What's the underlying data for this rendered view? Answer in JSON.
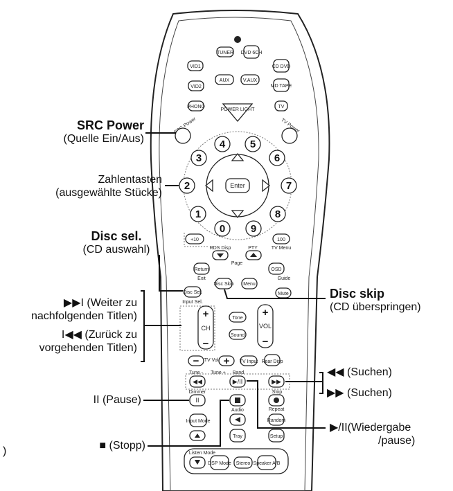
{
  "remote": {
    "top_buttons": [
      "TUNER",
      "DVD 6CH",
      "CD DVD",
      "VID1",
      "VID2",
      "MD TAPE",
      "PHONO",
      "TV",
      "AUX",
      "V.AUX"
    ],
    "power_label": "POWER LIGHT",
    "src_power_label": "SRC Power",
    "tv_power_label": "TV Power",
    "numbers": [
      "4",
      "5",
      "3",
      "6",
      "2",
      "7",
      "1",
      "8",
      "0",
      "9"
    ],
    "enter_label": "Enter",
    "plus10": "+10",
    "num100": "100",
    "tv_menu": "TV Menu",
    "sub_labels": [
      "RDS Disp",
      "PTY",
      "Page",
      "Return",
      "Exit",
      "OSD",
      "Guide",
      "Disc Sel.",
      "Disc Skip",
      "Menu",
      "Mute",
      "Input Sel.",
      "Tone",
      "Sound"
    ],
    "ch_label": "CH",
    "vol_label": "VOL",
    "lower_labels": [
      "TV Vol",
      "TV Input",
      "Rear Disp",
      "Tune -",
      "Tune +",
      "Band",
      "Stop",
      "Dimmer",
      "Repeat",
      "Random",
      "Setup",
      "Input Mode",
      "Audio",
      "Tray",
      "Listen Mode",
      "DSP Mode",
      "Stereo",
      "Speaker A/B"
    ]
  },
  "callouts": {
    "src_power_title": "SRC Power",
    "src_power_sub": "(Quelle Ein/Aus)",
    "numbers_title": "Zahlentasten",
    "numbers_sub": "(ausgewählte Stücke)",
    "disc_sel_title": "Disc sel.",
    "disc_sel_sub": "(CD auswahl)",
    "next_line1": "▶▶I (Weiter zu",
    "next_line2": "nachfolgenden Titlen)",
    "prev_line1": "I◀◀ (Zurück zu",
    "prev_line2": "vorgehenden Titlen)",
    "pause": "II (Pause)",
    "stop": "■ (Stopp)",
    "disc_skip_title": "Disc skip",
    "disc_skip_sub": "(CD überspringen)",
    "rew": "◀◀ (Suchen)",
    "ff": "▶▶ (Suchen)",
    "play_line1": "▶/II(Wiedergabe",
    "play_line2": "/pause)",
    "stray": ")"
  }
}
